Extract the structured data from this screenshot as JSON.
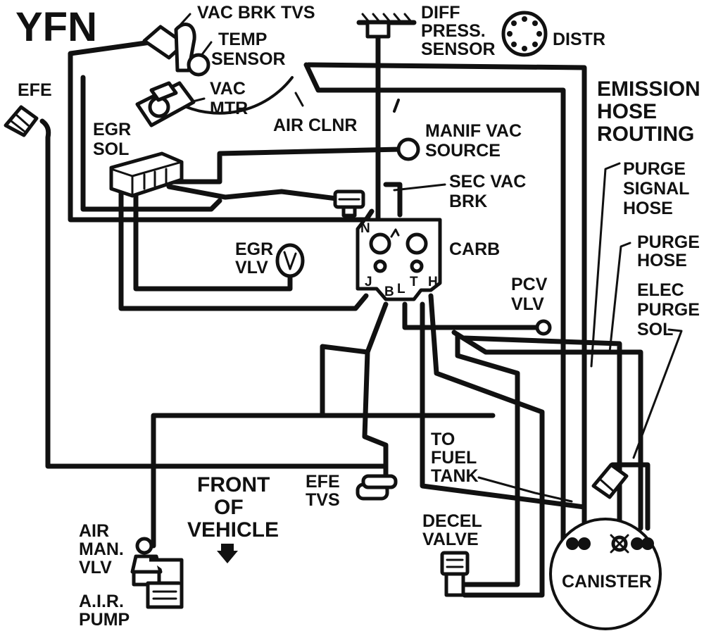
{
  "title": "YFN",
  "heading": [
    "EMISSION",
    "HOSE",
    "ROUTING"
  ],
  "labels": {
    "vac_brk_tvs": "VAC BRK TVS",
    "temp_sensor": [
      "TEMP",
      "SENSOR"
    ],
    "vac_mtr": [
      "VAC",
      "MTR"
    ],
    "efe": "EFE",
    "egr_sol": [
      "EGR",
      "SOL"
    ],
    "air_clnr": "AIR CLNR",
    "diff_press_sensor": [
      "DIFF",
      "PRESS.",
      "SENSOR"
    ],
    "distr": "DISTR",
    "manif_vac_source": [
      "MANIF VAC",
      "SOURCE"
    ],
    "sec_vac_brk": [
      "SEC VAC",
      "BRK"
    ],
    "carb": "CARB",
    "egr_vlv": [
      "EGR",
      "VLV"
    ],
    "pcv_vlv": [
      "PCV",
      "VLV"
    ],
    "purge_signal_hose": [
      "PURGE",
      "SIGNAL",
      "HOSE"
    ],
    "purge_hose": [
      "PURGE",
      "HOSE"
    ],
    "elec_purge_sol": [
      "ELEC",
      "PURGE",
      "SOL"
    ],
    "to_fuel_tank": [
      "TO",
      "FUEL",
      "TANK"
    ],
    "front_of_vehicle": [
      "FRONT",
      "OF",
      "VEHICLE"
    ],
    "efe_tvs": [
      "EFE",
      "TVS"
    ],
    "decel_valve": [
      "DECEL",
      "VALVE"
    ],
    "air_man_vlv": [
      "AIR",
      "MAN.",
      "VLV"
    ],
    "air_pump": [
      "A.I.R.",
      "PUMP"
    ],
    "canister": "CANISTER"
  },
  "carb_ports": [
    "N",
    "J",
    "B",
    "L",
    "T",
    "H"
  ]
}
